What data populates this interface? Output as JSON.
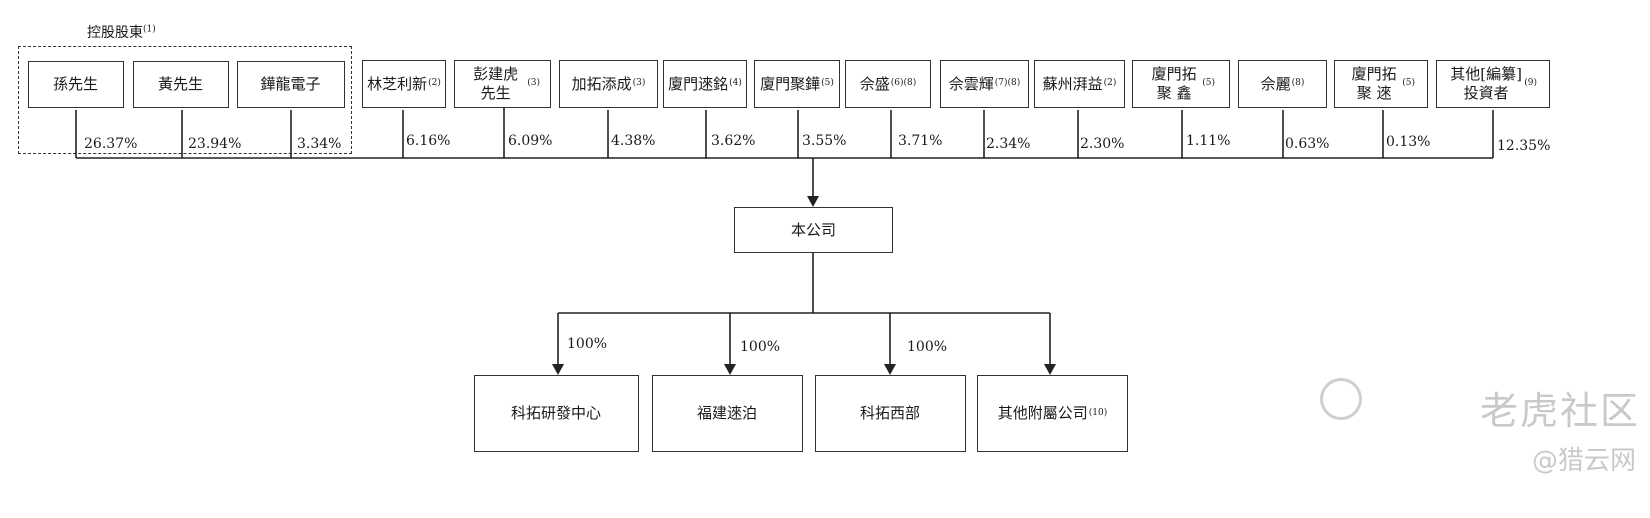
{
  "group_label": "控股股東",
  "group_label_note": "(1)",
  "shareholders": [
    {
      "name": "孫先生",
      "note": "",
      "pct": "26.37%"
    },
    {
      "name": "黃先生",
      "note": "",
      "pct": "23.94%"
    },
    {
      "name": "鏵龍電子",
      "note": "",
      "pct": "3.34%"
    },
    {
      "name": "林芝利新",
      "note": "(2)",
      "pct": "6.16%"
    },
    {
      "name": "彭建虎 先生",
      "note": "(3)",
      "pct": "6.09%"
    },
    {
      "name": "加拓添成",
      "note": "(3)",
      "pct": "4.38%"
    },
    {
      "name": "廈門逨銘",
      "note": "(4)",
      "pct": "3.62%"
    },
    {
      "name": "廈門聚鏵",
      "note": "(5)",
      "pct": "3.55%"
    },
    {
      "name": "佘盛",
      "note": "(6)(8)",
      "pct": "3.71%"
    },
    {
      "name": "佘雲輝",
      "note": "(7)(8)",
      "pct": "2.34%"
    },
    {
      "name": "蘇州湃益",
      "note": "(2)",
      "pct": "2.30%"
    },
    {
      "name": "廈門拓聚 鑫",
      "note": "(5)",
      "pct": "1.11%"
    },
    {
      "name": "佘麗",
      "note": "(8)",
      "pct": "0.63%"
    },
    {
      "name": "廈門拓聚 逨",
      "note": "(5)",
      "pct": "0.13%"
    },
    {
      "name": "其他[編纂] 投資者",
      "note": "(9)",
      "pct": "12.35%"
    }
  ],
  "company": "本公司",
  "subsidiaries": [
    {
      "name": "科拓研發中心",
      "note": "",
      "pct": "100%"
    },
    {
      "name": "福建逨泊",
      "note": "",
      "pct": "100%"
    },
    {
      "name": "科拓西部",
      "note": "",
      "pct": "100%"
    },
    {
      "name": "其他附屬公司",
      "note": "(10)",
      "pct": ""
    }
  ],
  "watermark": {
    "brand": "老虎社区",
    "credit": "@猎云网"
  }
}
